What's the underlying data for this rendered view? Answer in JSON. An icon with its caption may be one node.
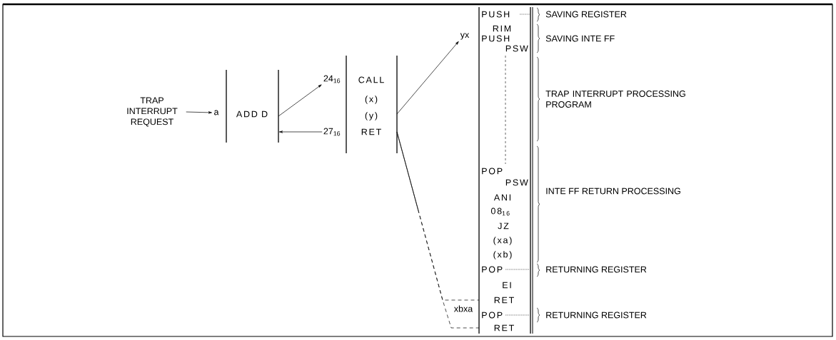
{
  "diagram": {
    "nodes": [
      {
        "text": [
          "TRAP INTERRUPT REQUEST"
        ]
      },
      {
        "text": [
          "a"
        ]
      },
      {
        "text": [
          "ADD D"
        ]
      },
      {
        "text": [
          "24$_{16}$"
        ]
      },
      {
        "text": [
          "27$_{16}$"
        ]
      },
      {
        "text": [
          "CALL",
          "(x)",
          "(y)",
          "RET"
        ]
      },
      {
        "text": [
          "yx"
        ]
      },
      {
        "text": [
          "PUSH",
          "RIM",
          "PUSH",
          "PSW",
          "POP",
          "PSW",
          "ANI",
          "08$_{16}$",
          "JZ",
          "(xa)",
          "(xb)",
          "POP",
          "EI",
          "RET",
          "POP",
          "RET"
        ]
      }
    ],
    "edges": [
      {
        "from": 0,
        "to": 1,
        "arrow": "to"
      },
      {
        "from": 2,
        "to": 3,
        "arrow": "to"
      },
      {
        "from": 4,
        "to": 2,
        "arrow": "to"
      },
      {
        "from": 5,
        "to": 6,
        "arrow": "to"
      },
      {
        "from": 5,
        "to": 7,
        "arrow": "none",
        "style": "dashed"
      },
      {
        "from": 5,
        "to": 7,
        "arrow": "none",
        "style": "dashed"
      }
    ],
    "labels": [
      "SAVING REGISTER",
      "SAVING INTE FF",
      "TRAP INTERRUPT PROCESSING PROGRAM",
      "INTE FF RETURN PROCESSING",
      "RETURNING REGISTER",
      "xbxa",
      "RETURNING REGISTER"
    ]
  }
}
